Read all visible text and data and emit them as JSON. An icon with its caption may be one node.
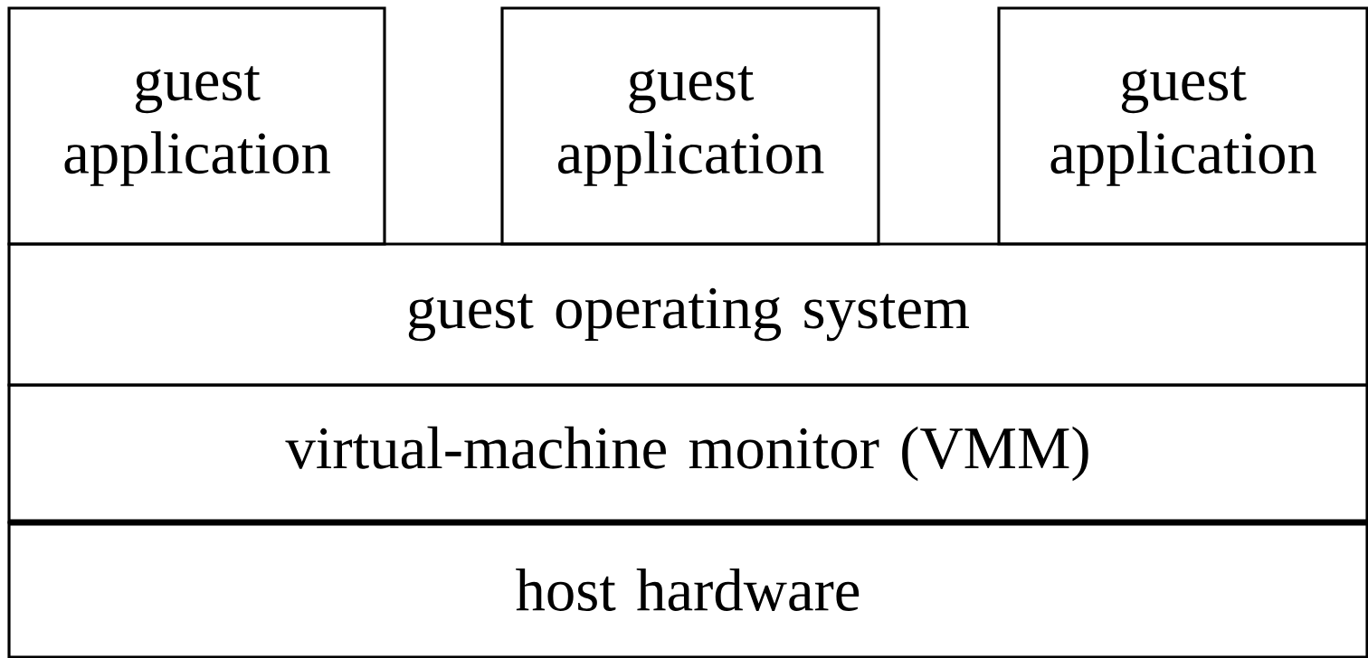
{
  "diagram": {
    "nodes": [
      {
        "text": [
          "guest application"
        ]
      },
      {
        "text": [
          "guest application"
        ]
      },
      {
        "text": [
          "guest application"
        ]
      },
      {
        "text": [
          "guest operating system"
        ]
      },
      {
        "text": [
          "virtual-machine monitor (VMM)"
        ]
      },
      {
        "text": [
          "host hardware"
        ]
      }
    ]
  }
}
